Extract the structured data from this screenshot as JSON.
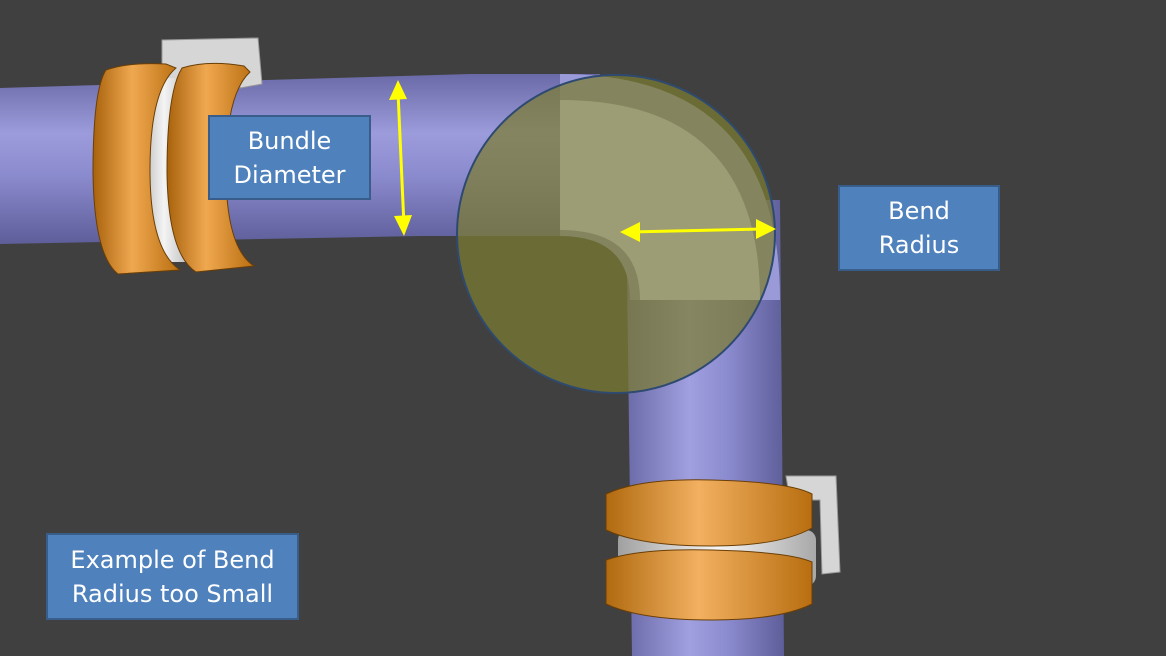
{
  "labels": {
    "bundle_diameter": [
      "Bundle",
      "Diameter"
    ],
    "bend_radius": [
      "Bend",
      "Radius"
    ],
    "example": [
      "Example of Bend",
      "Radius too Small"
    ]
  },
  "colors": {
    "background": "#404040",
    "pipe": "#8585c8",
    "clamp_ring": "#d98a1c",
    "bracket": "#d8d8d8",
    "arrow": "#ffff00",
    "highlight_circle": "#6b6b2e",
    "label_fill": "#4f81bd",
    "label_border": "#385d8a"
  }
}
